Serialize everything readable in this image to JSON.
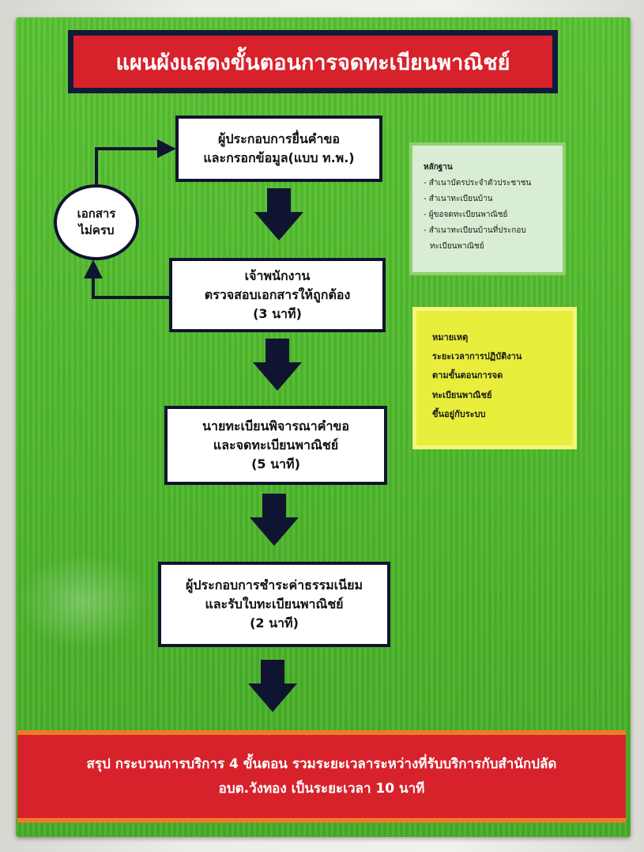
{
  "poster": {
    "title": "แผนผังแสดงขั้นตอนการจดทะเบียนพาณิชย์",
    "colors": {
      "background_green": "#4fb82c",
      "title_red": "#d7222c",
      "border_navy": "#0f1530",
      "note_yellow": "#e9ee3c",
      "evidence_bg": "#d9ecd4"
    }
  },
  "steps": [
    {
      "line1": "ผู้ประกอบการยื่นคำขอ",
      "line2": "และกรอกข้อมูล(แบบ ท.พ.)",
      "line3": ""
    },
    {
      "line1": "เจ้าพนักงาน",
      "line2": "ตรวจสอบเอกสารให้ถูกต้อง",
      "line3": "(3 นาที)"
    },
    {
      "line1": "นายทะเบียนพิจารณาคำขอ",
      "line2": "และจดทะเบียนพาณิชย์",
      "line3": "(5 นาที)"
    },
    {
      "line1": "ผู้ประกอบการชำระค่าธรรมเนียม",
      "line2": "และรับใบทะเบียนพาณิชย์",
      "line3": "(2 นาที)"
    }
  ],
  "loop": {
    "line1": "เอกสาร",
    "line2": "ไม่ครบ"
  },
  "evidence": {
    "title": "หลักฐาน",
    "items": [
      "- สำเนาบัตรประจำตัวประชาชน",
      "- สำเนาทะเบียนบ้าน",
      "- ผู้ขอจดทะเบียนพาณิชย์",
      "- สำเนาทะเบียนบ้านที่ประกอบ",
      "ทะเบียนพาณิชย์"
    ]
  },
  "note": {
    "title": "หมายเหตุ",
    "lines": [
      "ระยะเวลาการปฏิบัติงาน",
      "ตามขั้นตอนการจด",
      "ทะเบียนพาณิชย์",
      "ขึ้นอยู่กับระบบ"
    ]
  },
  "summary": {
    "line1": "สรุป กระบวนการบริการ 4 ขั้นตอน รวมระยะเวลาระหว่างที่รับบริการกับสำนักปลัด",
    "line2": "อบต.วังทอง เป็นระยะเวลา 10 นาที"
  }
}
